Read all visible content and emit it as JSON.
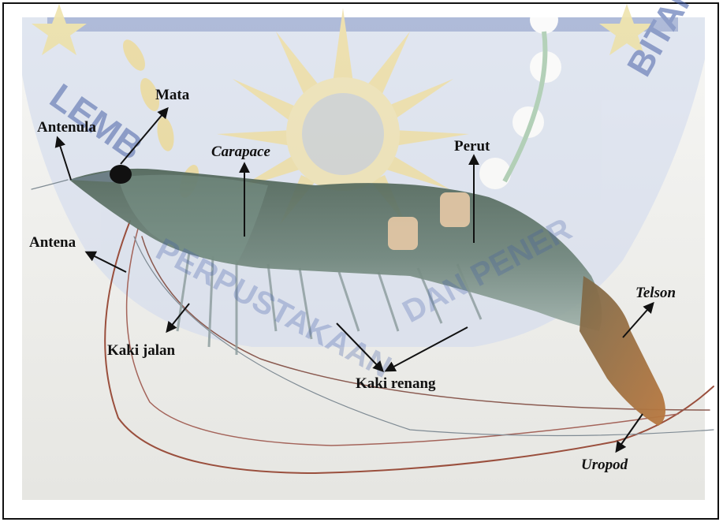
{
  "figure": {
    "labels": {
      "mata": "Mata",
      "antenula": "Antenula",
      "carapace": "Carapace",
      "perut": "Perut",
      "antena": "Antena",
      "kaki_jalan": "Kaki jalan",
      "kaki_renang": "Kaki renang",
      "telson": "Telson",
      "uropod": "Uropod"
    },
    "watermark": {
      "text": "LEMBAGA PERPUSTAKAAN DAN PENERBITAN",
      "colors": {
        "blue": "#3a57a6",
        "gold": "#d8b640",
        "green": "#2e8a3c"
      }
    },
    "colors": {
      "background": "#f1f1ef",
      "shrimp_body": "#5e7468",
      "tail": "#a66a3a",
      "antenna": "#9a4f3d",
      "arrow": "#111111"
    },
    "icons": [
      "shrimp-illustration",
      "logo-watermark",
      "star-icon",
      "flower-icon",
      "arrow-icon"
    ]
  }
}
